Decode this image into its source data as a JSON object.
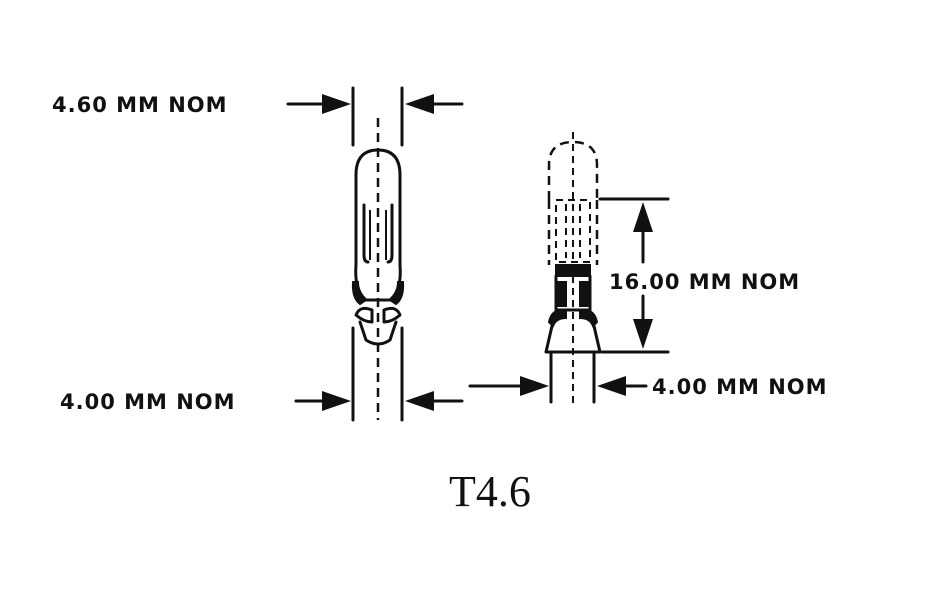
{
  "dimensions": {
    "top_left": "4.60 MM NOM",
    "bottom_left": "4.00 MM NOM",
    "right_height": "16.00 MM NOM",
    "bottom_right": "4.00 MM NOM"
  },
  "caption": "T4.6"
}
